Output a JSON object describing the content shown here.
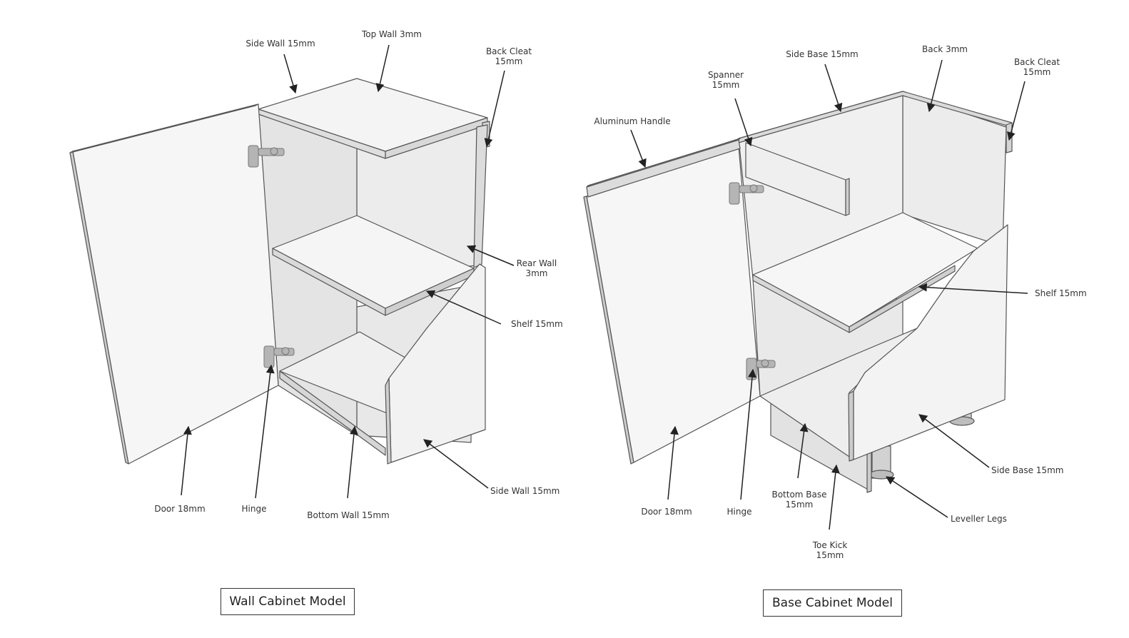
{
  "colors": {
    "panel": "#f3f3f3",
    "panel_edge": "#c8c8c8",
    "outline": "#555555",
    "inner_shade": "#e6e6e6",
    "leader": "#222222",
    "hardware": "#b5b5b5"
  },
  "wall_cabinet": {
    "caption": "Wall Cabinet Model",
    "labels": {
      "side_wall_top": "Side Wall 15mm",
      "top_wall": "Top Wall 3mm",
      "back_cleat": [
        "Back Cleat",
        "15mm"
      ],
      "rear_wall": [
        "Rear Wall",
        "3mm"
      ],
      "shelf": "Shelf 15mm",
      "side_wall_bottom": "Side Wall 15mm",
      "door": "Door 18mm",
      "hinge": "Hinge",
      "bottom_wall": "Bottom Wall 15mm"
    }
  },
  "base_cabinet": {
    "caption": "Base Cabinet Model",
    "labels": {
      "side_base_top": "Side Base 15mm",
      "back": "Back 3mm",
      "back_cleat": [
        "Back Cleat",
        "15mm"
      ],
      "spanner": [
        "Spanner",
        "15mm"
      ],
      "aluminum_handle": "Aluminum Handle",
      "shelf": "Shelf 15mm",
      "side_base_bottom": "Side Base 15mm",
      "leveller_legs": "Leveller Legs",
      "toe_kick": [
        "Toe Kick",
        "15mm"
      ],
      "bottom_base": [
        "Bottom Base",
        "15mm"
      ],
      "hinge": "Hinge",
      "door": "Door 18mm"
    }
  }
}
